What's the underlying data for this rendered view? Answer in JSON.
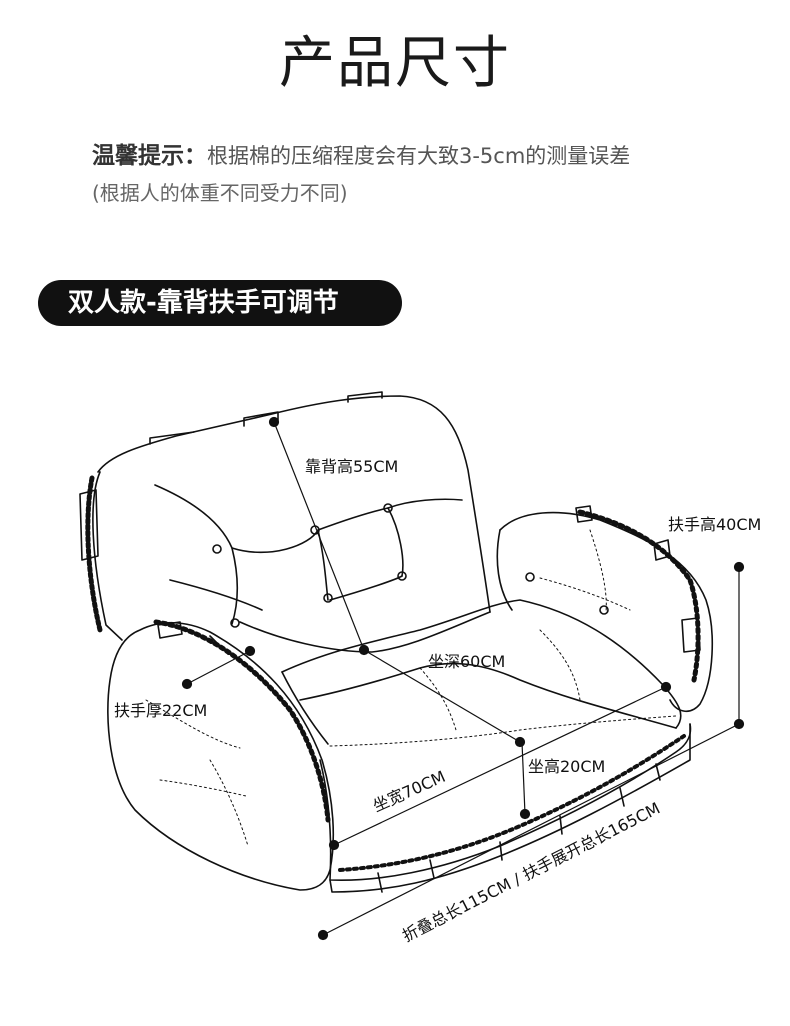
{
  "title": "产品尺寸",
  "tip": {
    "label": "温馨提示：",
    "text": "根据棉的压缩程度会有大致3-5cm的测量误差",
    "note": "(根据人的体重不同受力不同)"
  },
  "badge": "双人款-靠背扶手可调节",
  "dimensions": {
    "back_height": "靠背高55CM",
    "armrest_height": "扶手高40CM",
    "seat_depth": "坐深60CM",
    "armrest_thickness": "扶手厚22CM",
    "seat_height": "坐高20CM",
    "seat_width": "坐宽70CM",
    "total_length": "折叠总长115CM / 扶手展开总长165CM"
  },
  "colors": {
    "line": "#111111",
    "stitch": "#555555",
    "badge_bg": "#111111"
  }
}
